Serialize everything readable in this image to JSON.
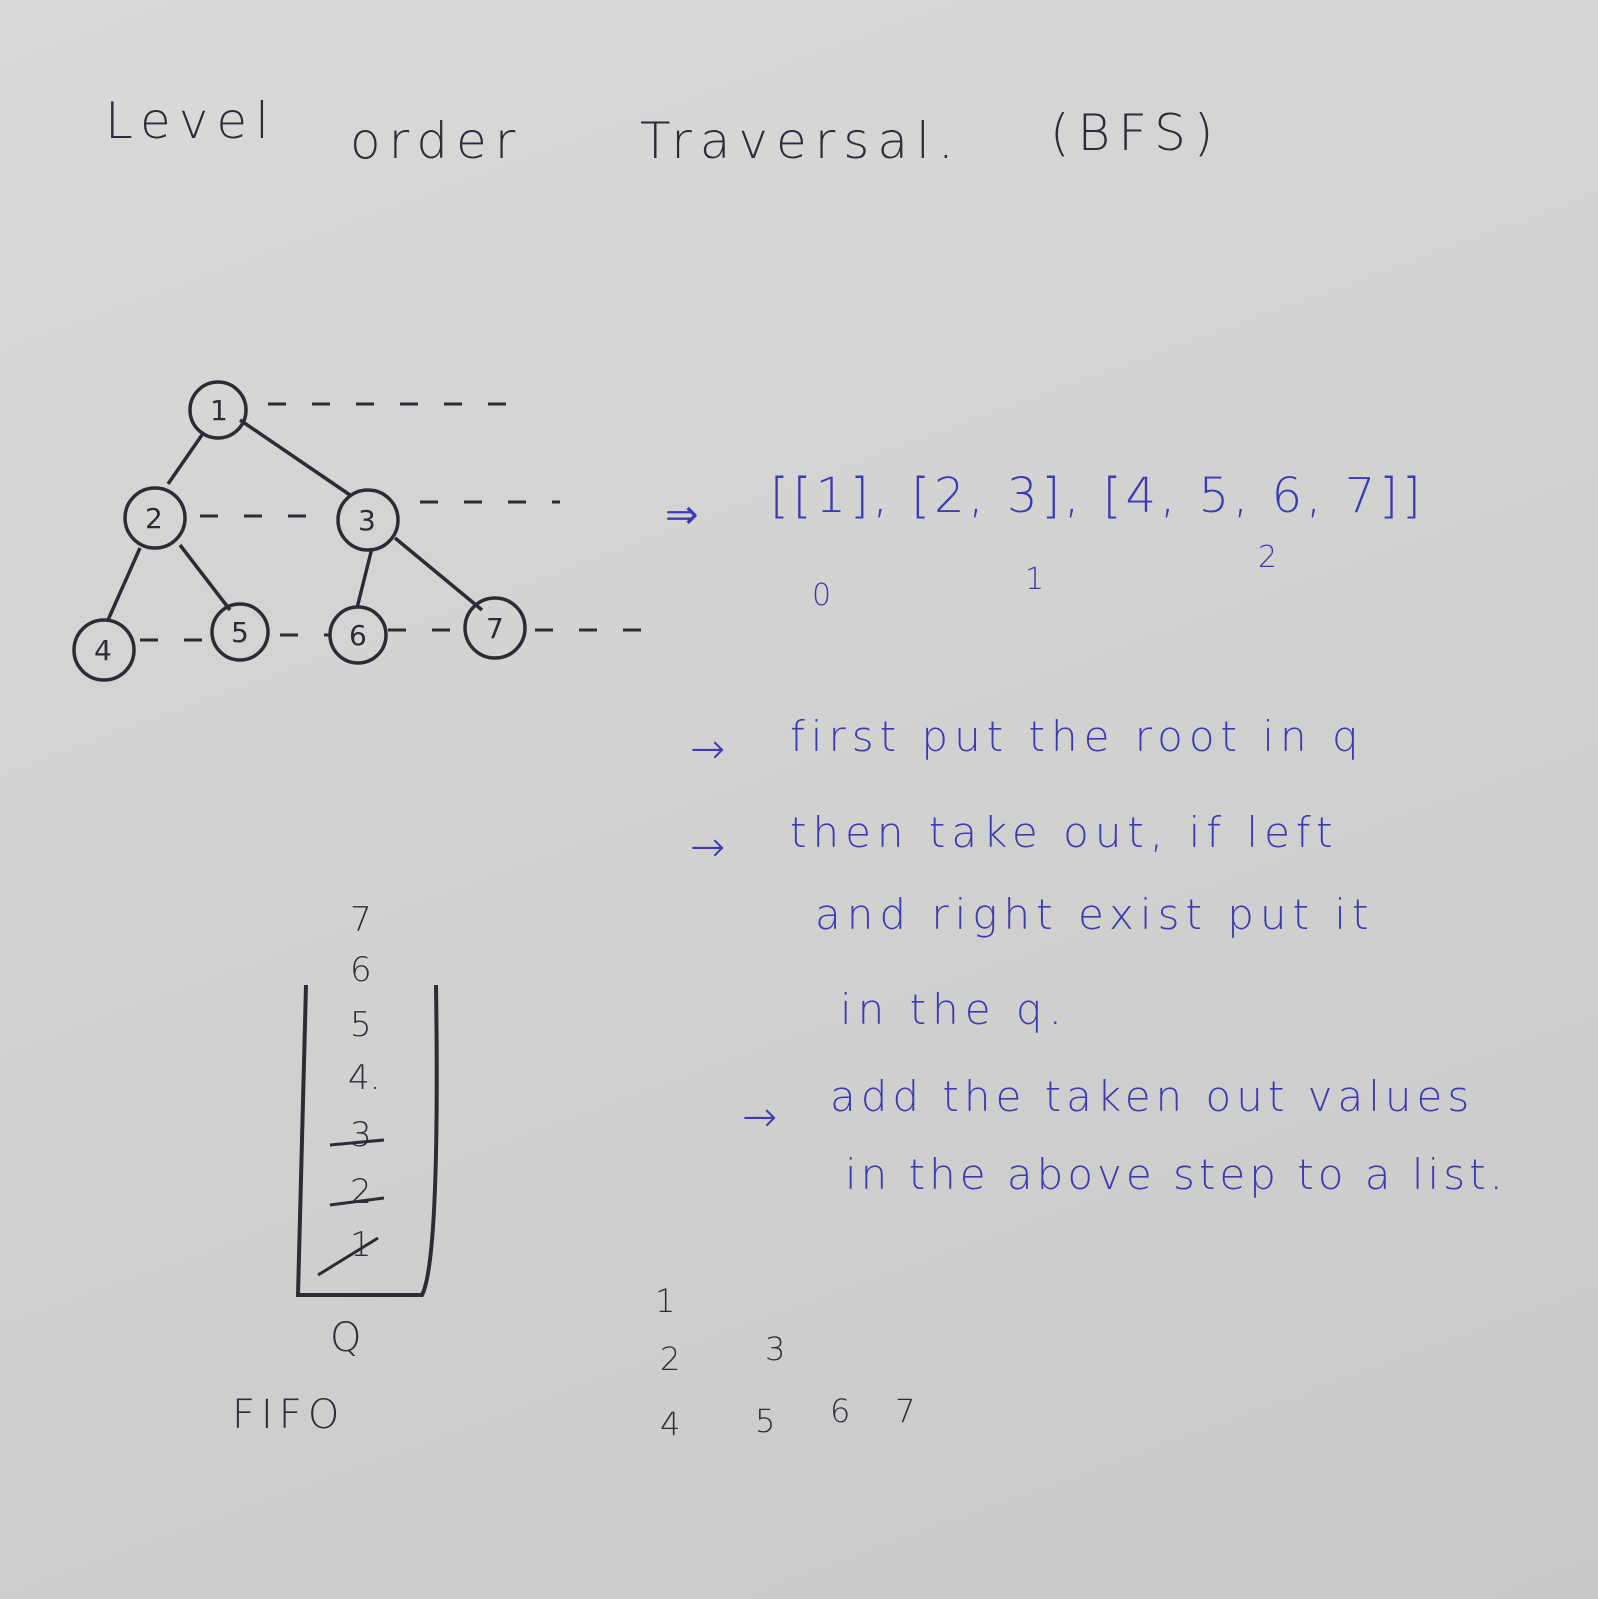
{
  "title": {
    "level": "Level",
    "order": "order",
    "traversal": "Traversal.",
    "bfs": "(BFS)"
  },
  "tree": {
    "nodes": [
      "1",
      "2",
      "3",
      "4",
      "5",
      "6",
      "7"
    ]
  },
  "result": {
    "arrow": "⇒",
    "list": "[[1], [2, 3], [4, 5, 6, 7]]",
    "indices": [
      "0",
      "1",
      "2"
    ]
  },
  "steps": [
    {
      "arrow": "→",
      "lines": [
        "first put the root in q"
      ]
    },
    {
      "arrow": "→",
      "lines": [
        "then take out, if left",
        "and right exist put it",
        "in the q."
      ]
    },
    {
      "arrow": "→",
      "lines": [
        "add the taken out values",
        "in the above step to a list."
      ]
    }
  ],
  "queue": {
    "items": [
      "7",
      "6",
      "5",
      "4.",
      "3",
      "2",
      "1"
    ],
    "label": "Q",
    "caption": "FIFO"
  },
  "levels": {
    "rows": [
      [
        "1"
      ],
      [
        "2",
        "3"
      ],
      [
        "4",
        "5",
        "6",
        "7"
      ]
    ]
  }
}
